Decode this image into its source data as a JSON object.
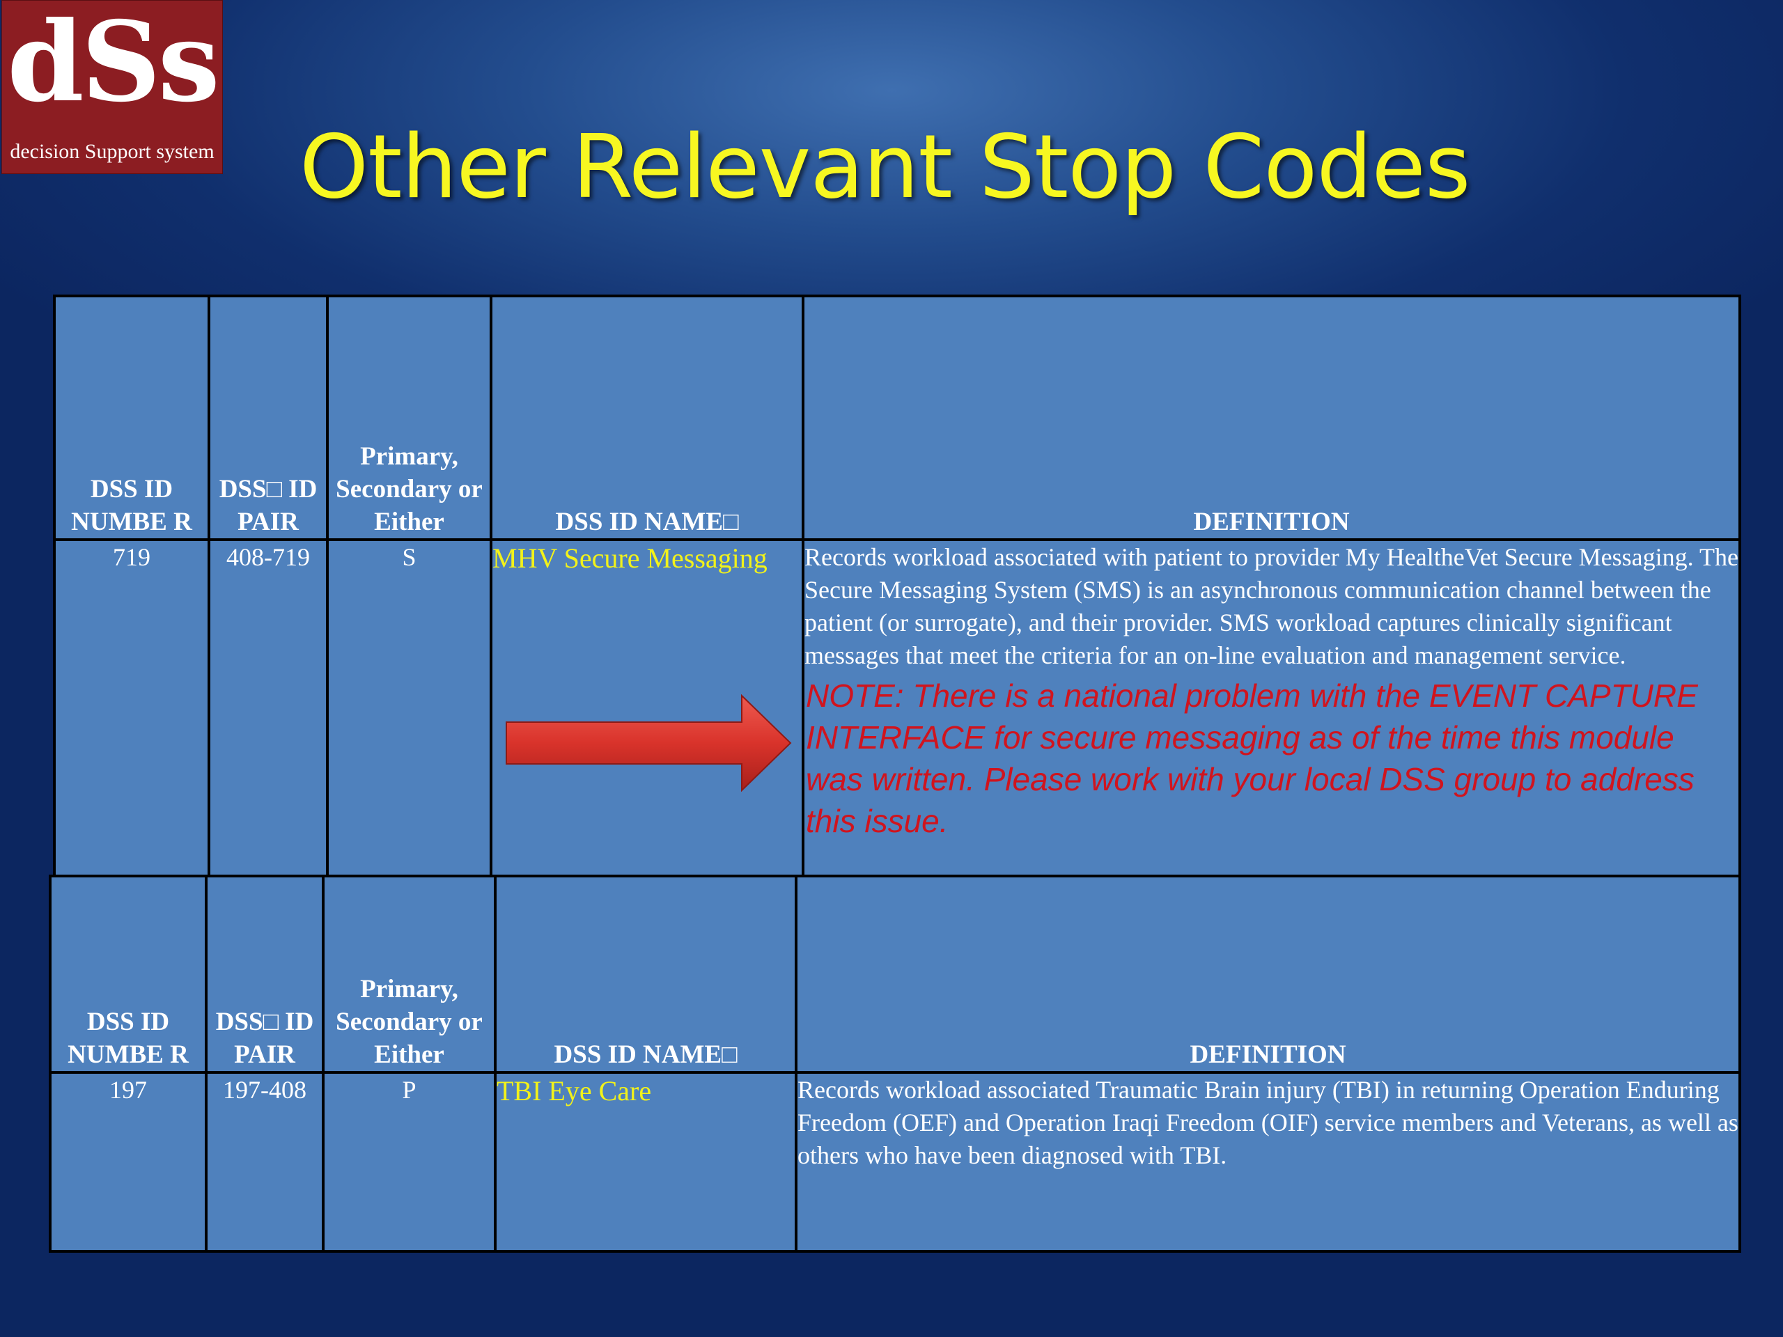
{
  "logo": {
    "mark": "dSs",
    "subtitle": "decision Support system"
  },
  "title": "Other Relevant Stop Codes",
  "tables": [
    {
      "headers": {
        "number": "DSS ID NUMBE R",
        "pair": "DSS□ ID PAIR",
        "type": "Primary, Secondary or Either",
        "name": "DSS ID NAME□",
        "definition": "DEFINITION"
      },
      "row": {
        "number": "719",
        "pair": "408-719",
        "type": "S",
        "name": "MHV Secure Messaging",
        "definition": "Records workload associated with patient to provider My HealtheVet Secure Messaging.  The Secure Messaging System (SMS) is an asynchronous communication channel between the patient (or surrogate), and their provider. SMS workload captures clinically significant messages that meet the criteria for an on-line evaluation and management service.",
        "note": "NOTE: There is a national problem with the EVENT CAPTURE INTERFACE for secure messaging as of the time this module was written.  Please work with your local DSS group to address  this issue."
      }
    },
    {
      "headers": {
        "number": "DSS ID NUMBE R",
        "pair": "DSS□ ID PAIR",
        "type": "Primary, Secondary or Either",
        "name": "DSS ID NAME□",
        "definition": "DEFINITION"
      },
      "row": {
        "number": "197",
        "pair": "197-408",
        "type": "P",
        "name": "TBI Eye Care",
        "definition": "Records workload associated  Traumatic Brain injury (TBI) in returning Operation Enduring Freedom (OEF) and Operation Iraqi Freedom (OIF) service members and Veterans, as well as others who have been diagnosed with TBI."
      }
    }
  ],
  "colors": {
    "table_fill": "#4f81bd",
    "title": "#f7f721",
    "name_text": "#f2f21a",
    "note_text": "#d0141e",
    "arrow": "#d9332b",
    "logo_bg": "#8c1d22"
  },
  "icons": {
    "arrow": "right-arrow-icon"
  }
}
